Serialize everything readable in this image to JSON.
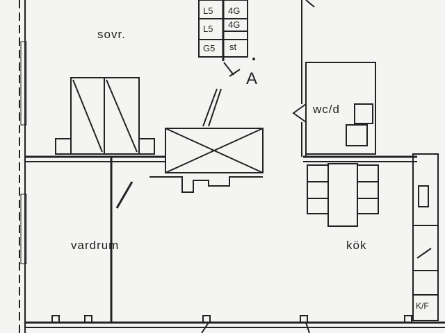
{
  "rooms": {
    "bedroom": "sovr.",
    "living": "vardrum",
    "kitchen": "kök",
    "wc": "wc/d"
  },
  "closet_labels": [
    "L5",
    "4G",
    "L5",
    "4G",
    "G5",
    "st"
  ],
  "stair_mark": "A",
  "fridge_freezer": "K/F"
}
